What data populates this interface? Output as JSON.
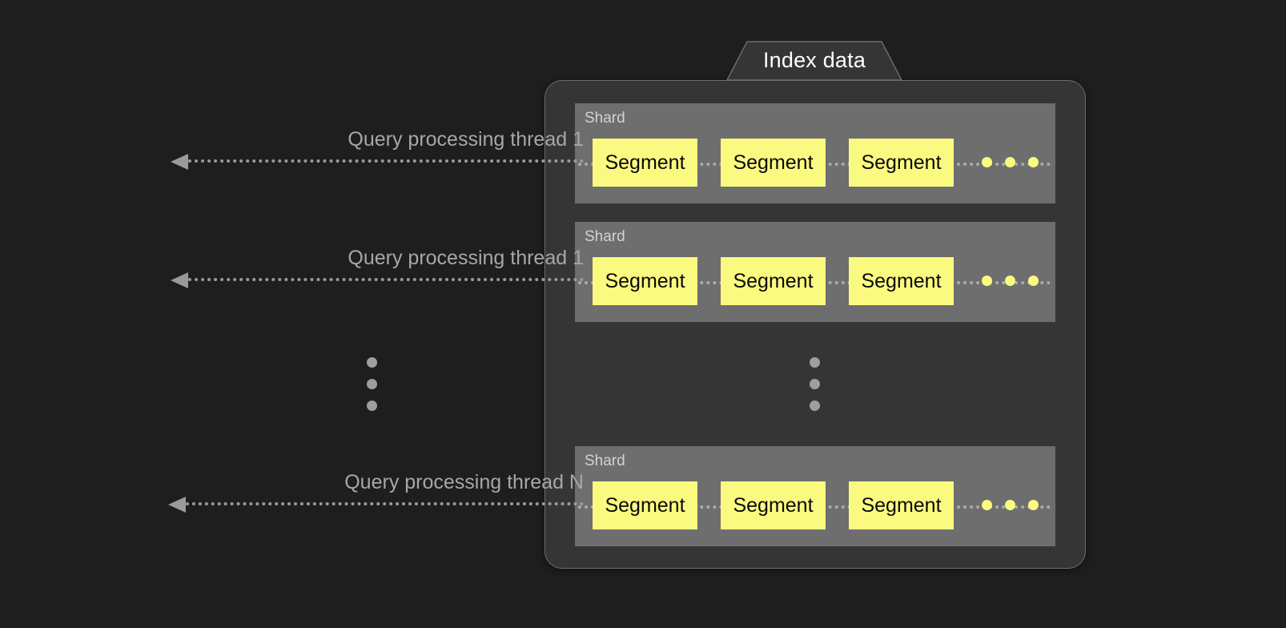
{
  "diagram": {
    "title": "Index data",
    "background_color": "#1e1e1e",
    "panel_color": "#353535",
    "shard_color": "#6e6e6e",
    "segment_color": "#fbfa80",
    "segment_text_color": "#0a0a0a",
    "label_color": "#a7a7a7",
    "arrow_color": "#9a9a9a"
  },
  "panel": {
    "tab_label": "Index data"
  },
  "shards": [
    {
      "label": "Shard",
      "segments": [
        "Segment",
        "Segment",
        "Segment"
      ],
      "ellipsis_dots": 3
    },
    {
      "label": "Shard",
      "segments": [
        "Segment",
        "Segment",
        "Segment"
      ],
      "ellipsis_dots": 3
    },
    {
      "label": "Shard",
      "segments": [
        "Segment",
        "Segment",
        "Segment"
      ],
      "ellipsis_dots": 3
    }
  ],
  "threads": [
    {
      "label": "Query processing thread 1",
      "arrow": "arrow-left-icon"
    },
    {
      "label": "Query processing thread 1",
      "arrow": "arrow-left-icon"
    },
    {
      "label": "Query processing thread N",
      "arrow": "arrow-left-icon"
    }
  ],
  "ellipsis": {
    "left_vertical_dots": 3,
    "panel_vertical_dots": 3
  }
}
